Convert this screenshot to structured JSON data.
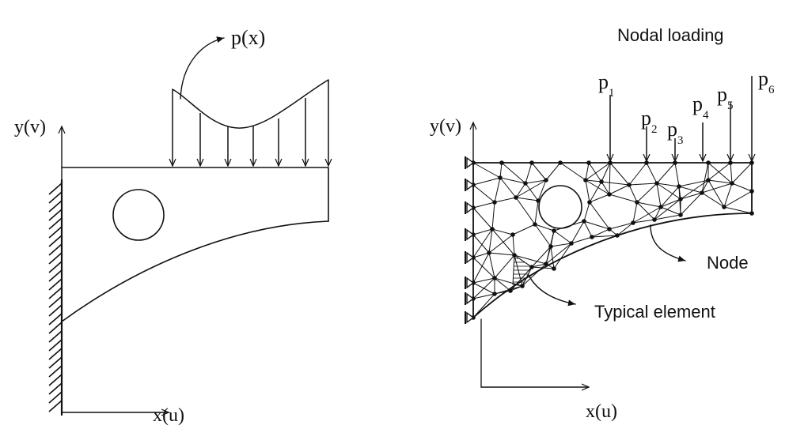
{
  "left_figure": {
    "load_label": "p(x)",
    "y_axis_label": "y(v)",
    "x_axis_label": "x(u)"
  },
  "right_figure": {
    "title": "Nodal loading",
    "y_axis_label": "y(v)",
    "x_axis_label": "x(u)",
    "loads": [
      {
        "base": "p",
        "sub": "1"
      },
      {
        "base": "p",
        "sub": "2"
      },
      {
        "base": "p",
        "sub": "3"
      },
      {
        "base": "p",
        "sub": "4"
      },
      {
        "base": "p",
        "sub": "5"
      },
      {
        "base": "p",
        "sub": "6"
      }
    ],
    "node_label": "Node",
    "element_label": "Typical element"
  },
  "colors": {
    "ink": "#111111",
    "background": "#ffffff"
  }
}
